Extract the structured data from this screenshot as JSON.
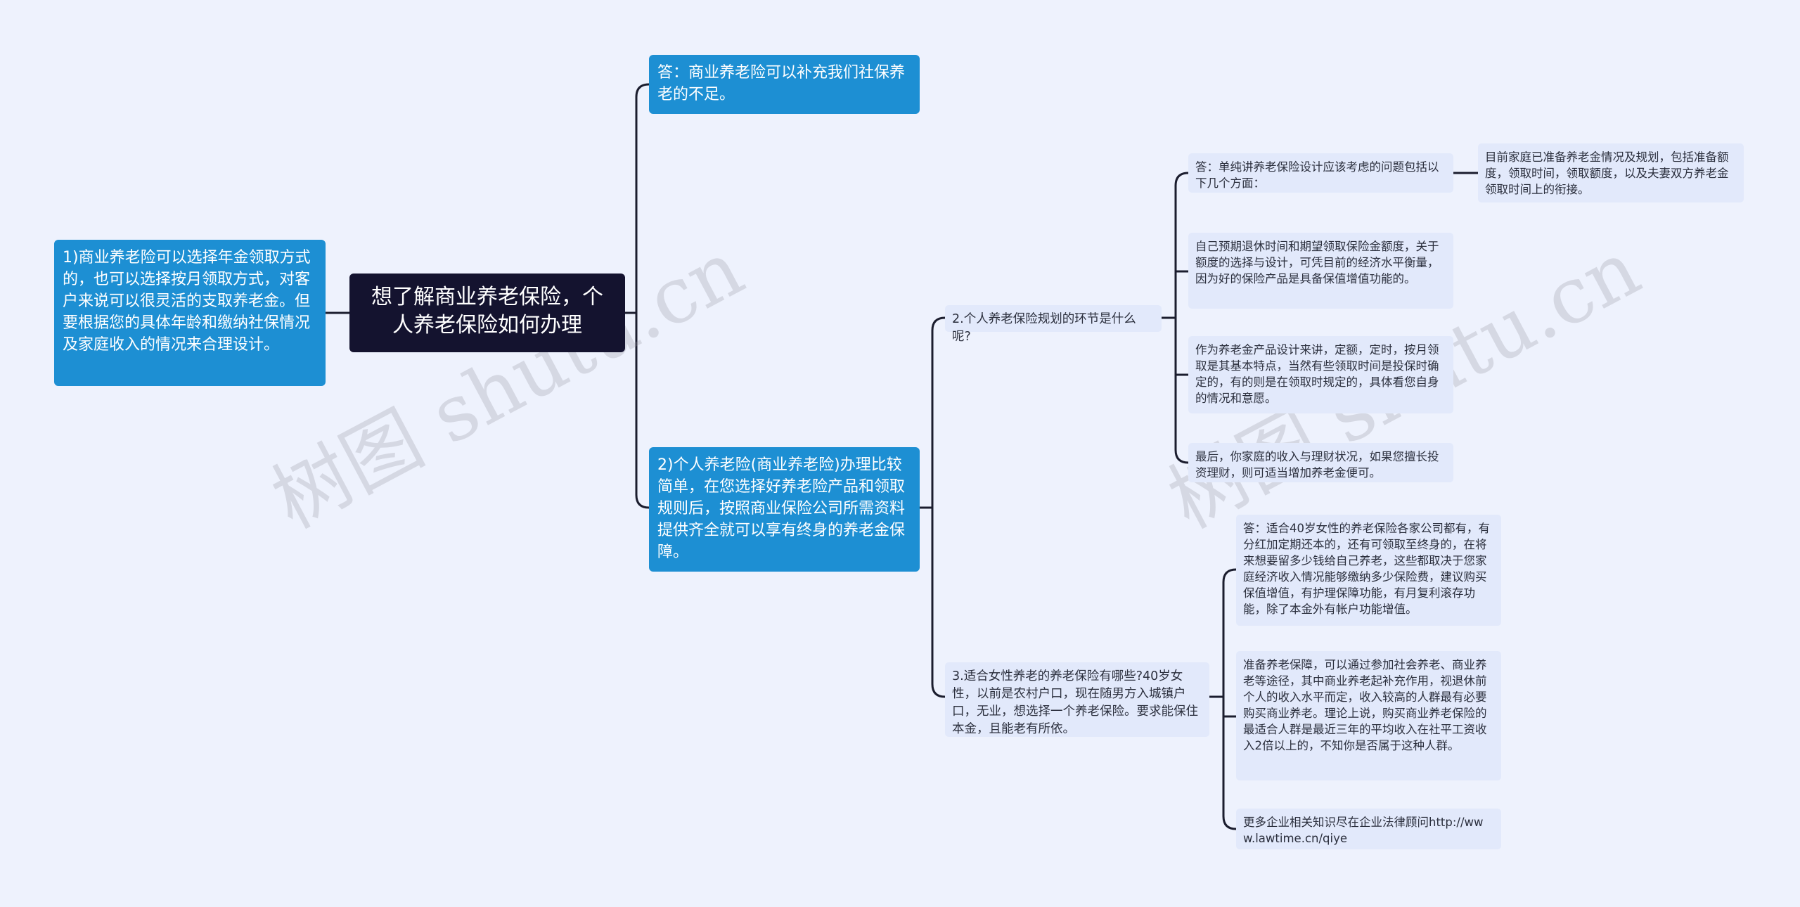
{
  "root": "想了解商业养老保险，个人养老保险如何办理",
  "left_node": "1)商业养老险可以选择年金领取方式的，也可以选择按月领取方式，对客户来说可以很灵活的支取养老金。但要根据您的具体年龄和缴纳社保情况及家庭收入的情况来合理设计。",
  "answer_node": "答：商业养老险可以补充我们社保养老的不足。",
  "branch2_node": "2)个人养老险(商业养老险)办理比较简单，在您选择好养老险产品和领取规则后，按照商业保险公司所需资料提供齐全就可以享有终身的养老金保障。",
  "q2": {
    "label": "2.个人养老保险规划的环节是什么呢?",
    "items": [
      "答：单纯讲养老保险设计应该考虑的问题包括以下几个方面：",
      "自己预期退休时间和期望领取保险金额度，关于额度的选择与设计，可凭目前的经济水平衡量，因为好的保险产品是具备保值增值功能的。",
      "作为养老金产品设计来讲，定额，定时，按月领取是其基本特点，当然有些领取时间是投保时确定的，有的则是在领取时规定的，具体看您自身的情况和意愿。",
      "最后，你家庭的收入与理财状况，如果您擅长投资理财，则可适当增加养老金便可。"
    ],
    "sub": "目前家庭已准备养老金情况及规划，包括准备额度，领取时间，领取额度，以及夫妻双方养老金领取时间上的衔接。"
  },
  "q3": {
    "label": "3.适合女性养老的养老保险有哪些?40岁女性，以前是农村户口，现在随男方入城镇户口，无业，想选择一个养老保险。要求能保住本金，且能老有所依。",
    "items": [
      "答：适合40岁女性的养老保险各家公司都有，有分红加定期还本的，还有可领取至终身的，在将来想要留多少钱给自己养老，这些都取决于您家庭经济收入情况能够缴纳多少保险费，建议购买保值增值，有护理保障功能，有月复利滚存功能，除了本金外有帐户功能增值。",
      "准备养老保障，可以通过参加社会养老、商业养老等途径，其中商业养老起补充作用，视退休前个人的收入水平而定，收入较高的人群最有必要购买商业养老。理论上说，购买商业养老保险的最适合人群是最近三年的平均收入在社平工资收入2倍以上的，不知你是否属于这种人群。",
      "更多企业相关知识尽在企业法律顾问http://www.lawtime.cn/qiye"
    ]
  },
  "watermark": [
    "树图 shutu.cn",
    "树图 shutu.cn"
  ]
}
